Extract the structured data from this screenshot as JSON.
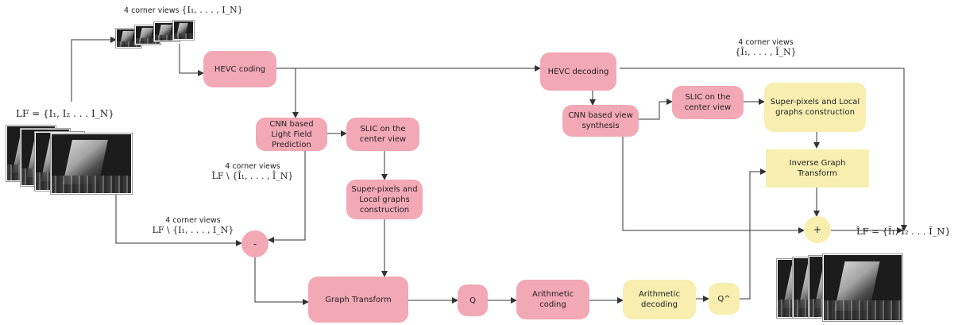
{
  "labels": {
    "corner_views_top": "4 corner views",
    "corner_views_top_math": "{I₁, . . . , I_N}",
    "lf_input": "LF = {I₁, I₂ . . . I_N}",
    "corner_views_decoded": "4 corner views",
    "corner_views_decoded_math": "{Î₁, . . . , Î_N}",
    "corner_views_pred": "4 corner views",
    "corner_views_pred_math": "L̂F \\ {Î₁, . . . , Î_N}",
    "corner_views_res": "4 corner views",
    "corner_views_res_math": "LF \\ {I₁, . . . , I_N}",
    "lf_output": "L̂F = {Î₁, Î₂ . . . Î_N}"
  },
  "nodes": {
    "hevc_coding": "HEVC coding",
    "cnn_prediction": "CNN based Light Field Prediction",
    "slic_left": "SLIC on the center view",
    "superpixels_left": "Super-pixels and Local graphs construction",
    "minus": "-",
    "graph_transform": "Graph Transform",
    "q": "Q",
    "arith_coding": "Arithmetic coding",
    "arith_decoding": "Arithmetic decoding",
    "q_inv": "Q^",
    "hevc_decoding": "HEVC decoding",
    "cnn_synthesis": "CNN based view synthesis",
    "slic_right": "SLIC on the center view",
    "superpixels_right": "Super-pixels and Local graphs construction",
    "inverse_graph": "Inverse Graph Transform",
    "plus": "+"
  },
  "colors": {
    "encoder": "#f3a8b5",
    "decoder": "#f7eeb0",
    "line": "#333333"
  }
}
